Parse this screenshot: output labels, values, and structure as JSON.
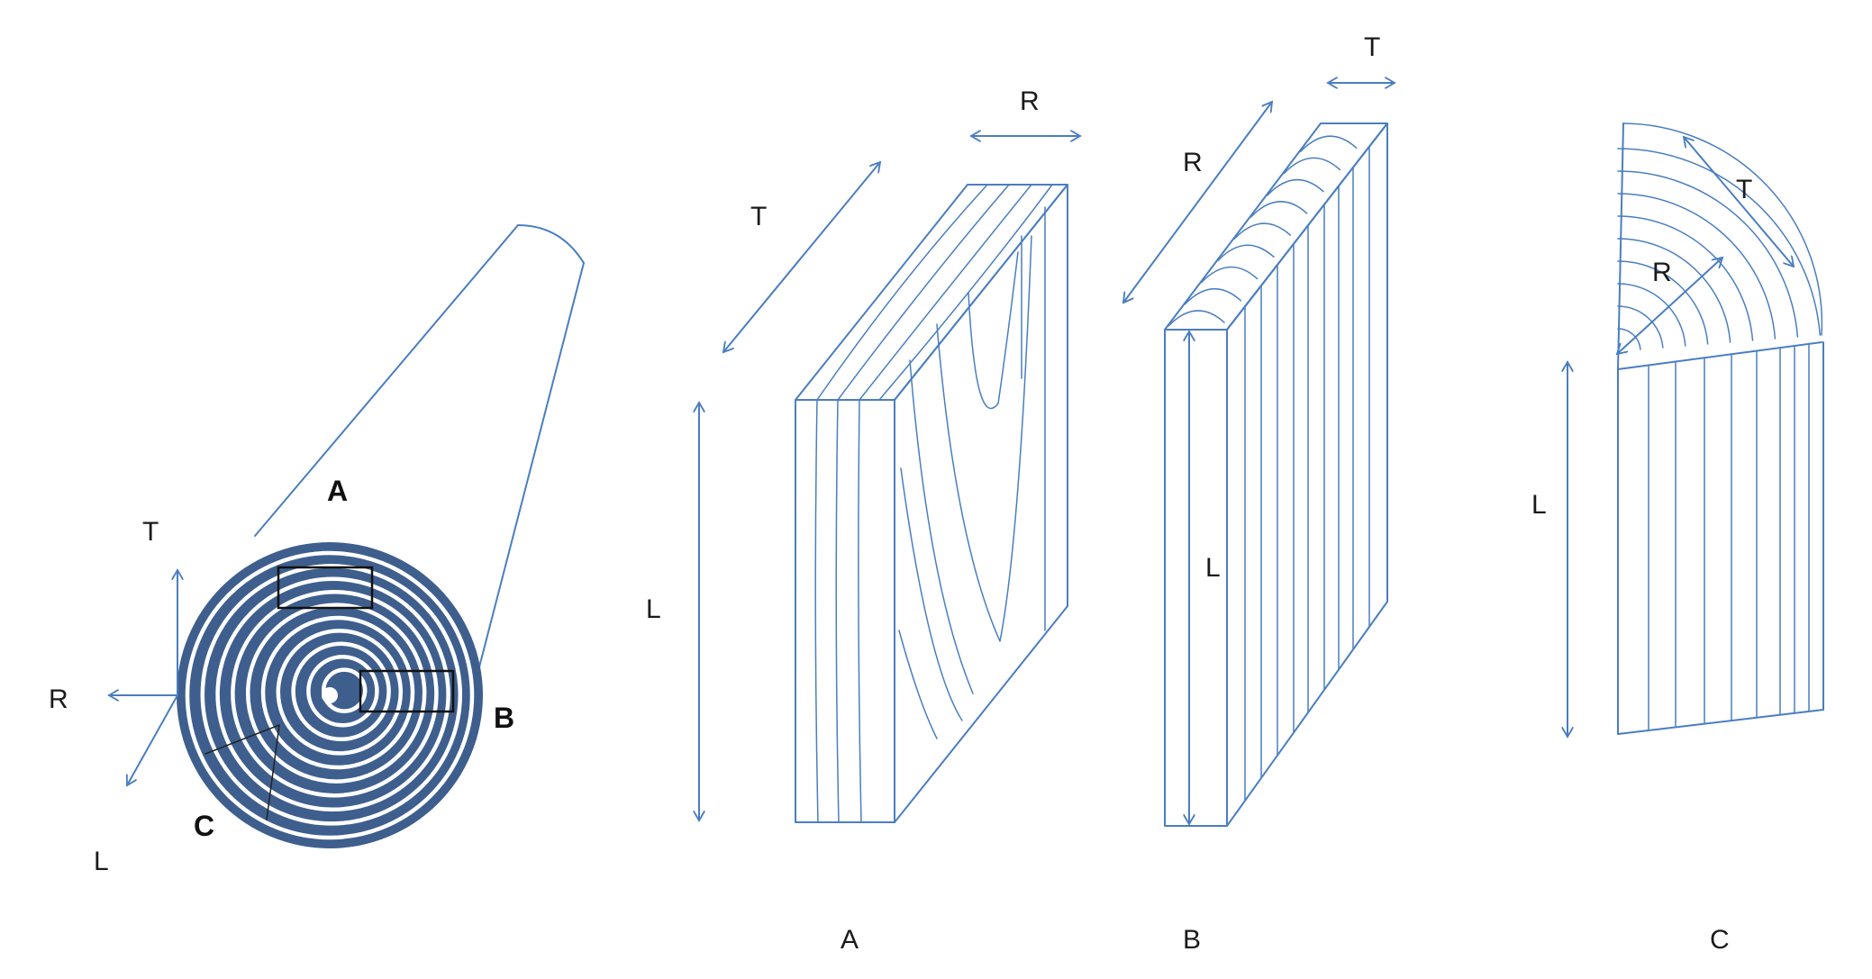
{
  "colors": {
    "line": "#4a7ec0",
    "ring_fill": "#3e5f8d",
    "text": "#1a1a1a",
    "background": "#ffffff"
  },
  "log": {
    "axis_labels": {
      "t": "T",
      "r": "R",
      "l": "L"
    },
    "section_labels": {
      "a": "A",
      "b": "B",
      "c": "C"
    },
    "ring_count": 10
  },
  "block_a": {
    "label": "A",
    "axis_labels": {
      "t": "T",
      "r": "R",
      "l": "L"
    }
  },
  "block_b": {
    "label": "B",
    "axis_labels": {
      "t": "T",
      "r": "R",
      "l": "L"
    }
  },
  "block_c": {
    "label": "C",
    "axis_labels": {
      "t": "T",
      "r": "R",
      "l": "L"
    }
  }
}
